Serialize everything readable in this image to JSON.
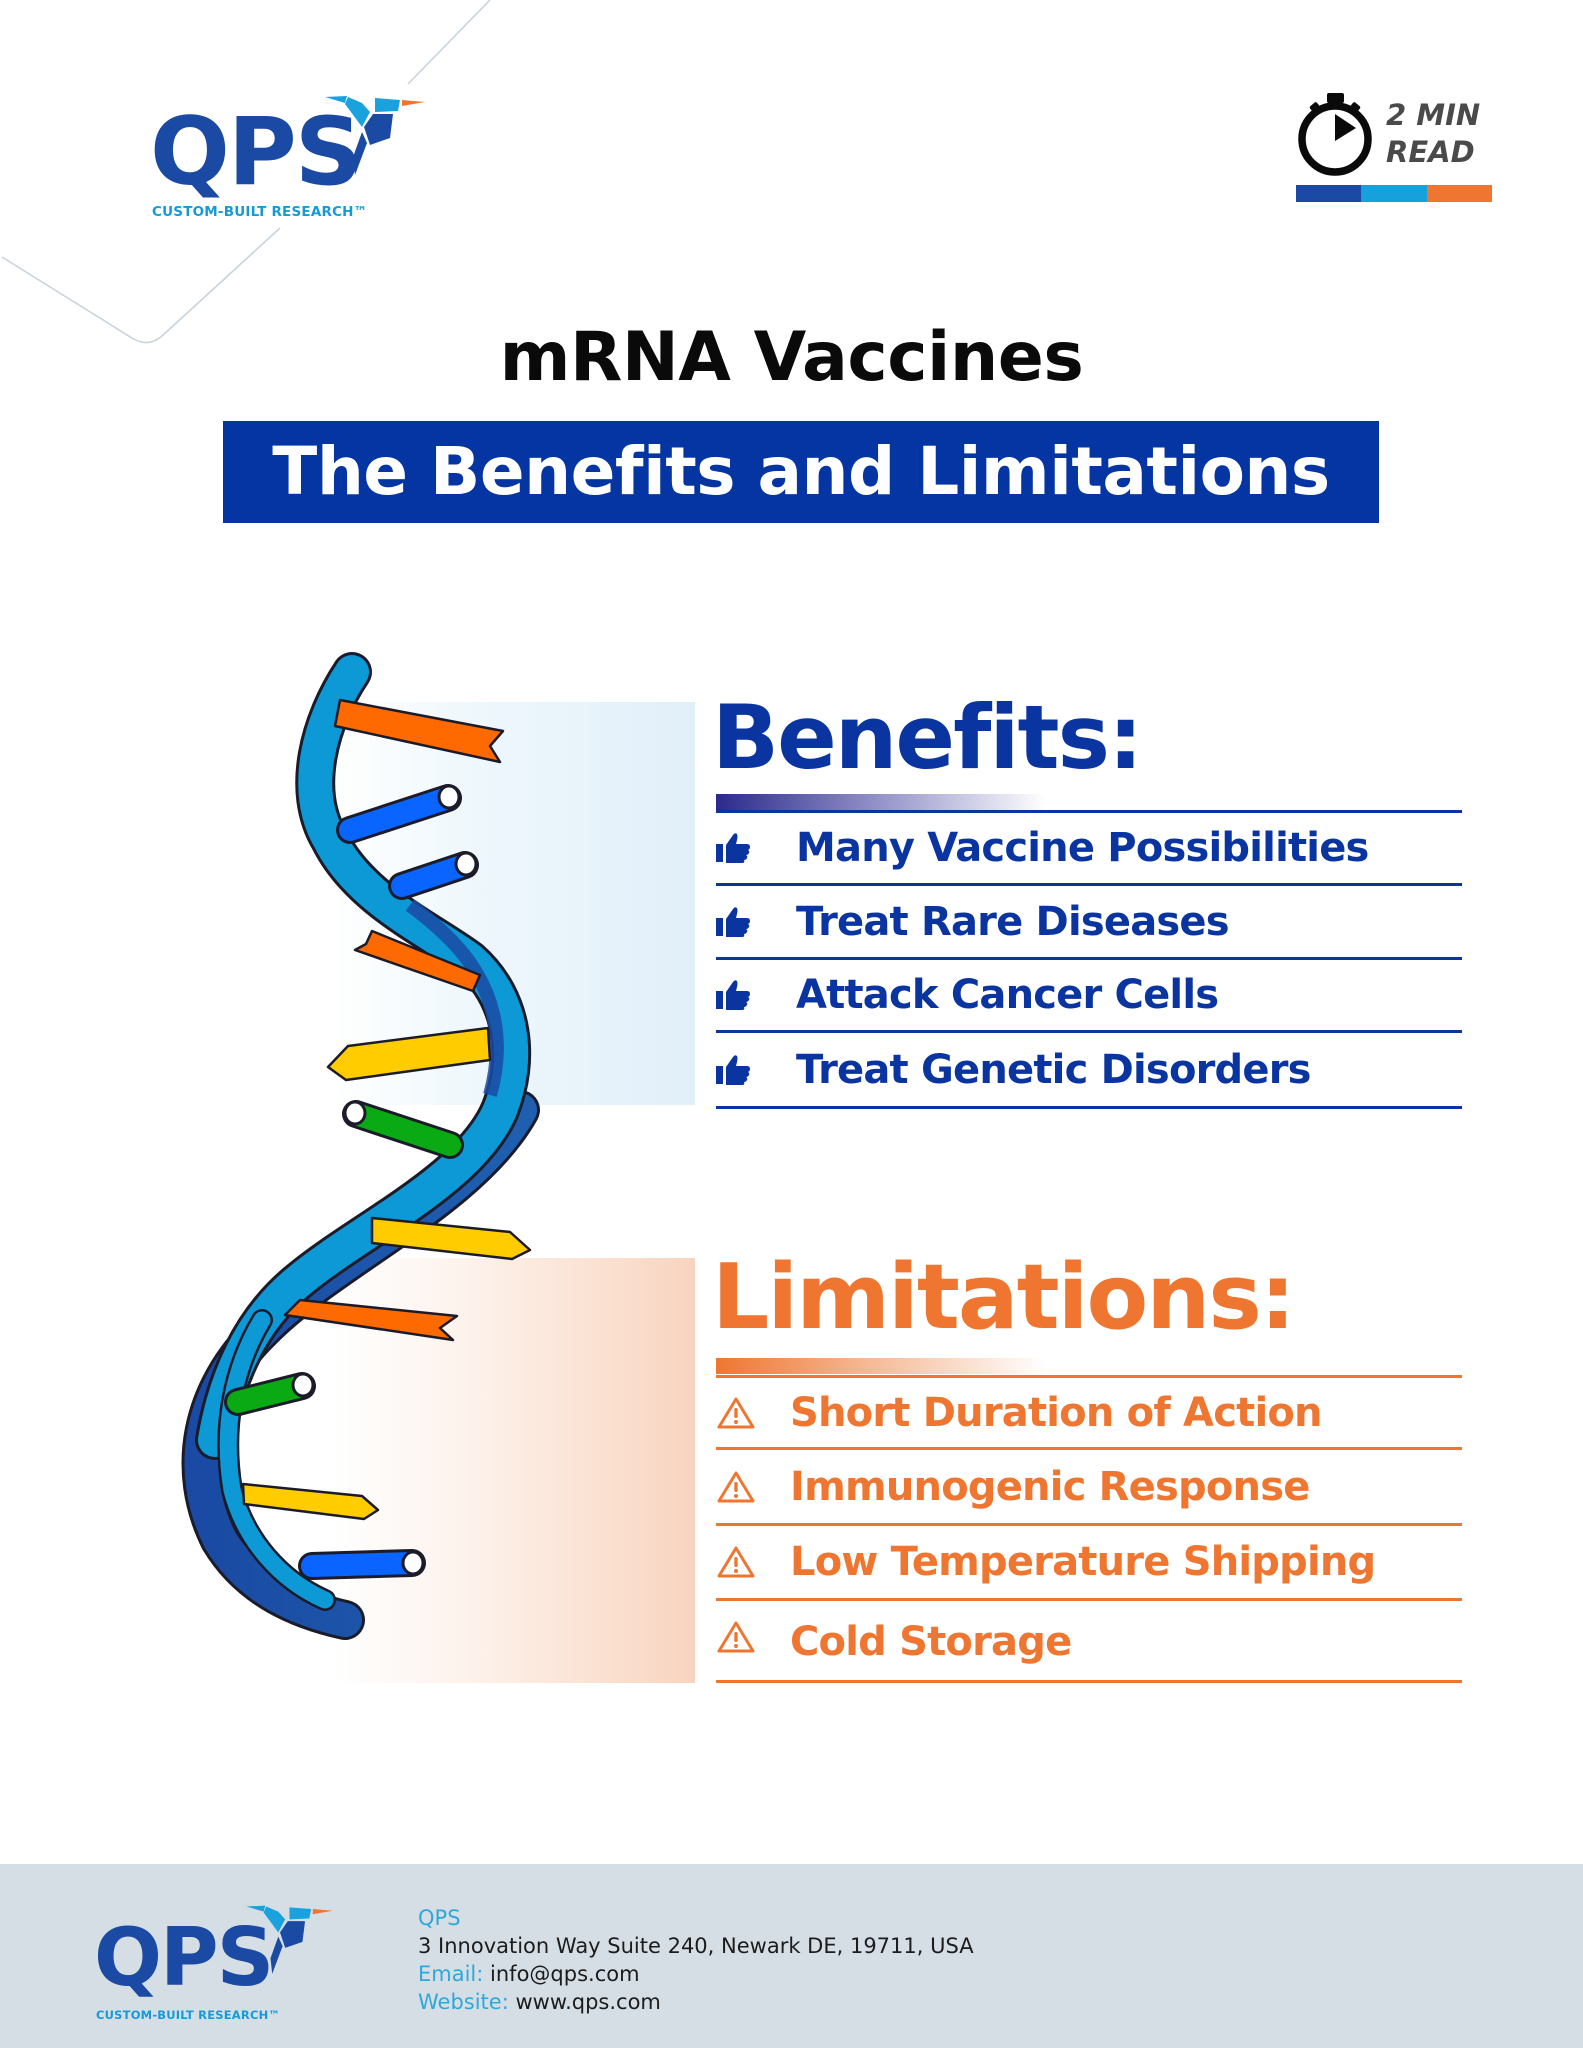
{
  "header": {
    "logo": {
      "wordmark": "QPS",
      "tagline": "CUSTOM-BUILT RESEARCH™"
    },
    "read_badge": {
      "icon": "stopwatch-icon",
      "line1": "2 MIN",
      "line2": "READ",
      "bar_colors": [
        "#1a4aa3",
        "#16a0dc",
        "#ee7630"
      ]
    }
  },
  "title": "mRNA Vaccines",
  "banner": "The Benefits and Limitations",
  "benefits": {
    "heading": "Benefits:",
    "icon": "thumbs-up-icon",
    "color": "#0a35a0",
    "items": [
      {
        "label": "Many Vaccine Possibilities"
      },
      {
        "label": "Treat Rare Diseases"
      },
      {
        "label": "Attack Cancer Cells"
      },
      {
        "label": "Treat Genetic Disorders"
      }
    ]
  },
  "limitations": {
    "heading": "Limitations:",
    "icon": "warning-icon",
    "color": "#ee7630",
    "items": [
      {
        "label": "Short Duration of Action"
      },
      {
        "label": "Immunogenic Response"
      },
      {
        "label": "Low Temperature Shipping"
      },
      {
        "label": "Cold Storage"
      }
    ]
  },
  "illustration": {
    "subject": "dna-helix-icon",
    "base_colors": [
      "#ff6a00",
      "#0a64ff",
      "#ffcc00",
      "#0aaa14"
    ],
    "backbone_colors": [
      "#0d99d6",
      "#1a4aa3"
    ]
  },
  "footer": {
    "logo": {
      "wordmark": "QPS",
      "tagline": "CUSTOM-BUILT RESEARCH™"
    },
    "company": "QPS",
    "address": "3 Innovation Way Suite 240, Newark DE, 19711, USA",
    "email_label": "Email:",
    "email": "info@qps.com",
    "website_label": "Website:",
    "website": "www.qps.com"
  }
}
